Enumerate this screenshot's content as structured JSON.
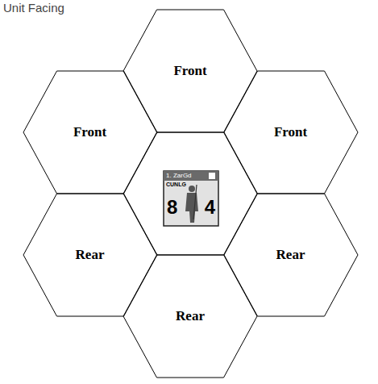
{
  "diagram": {
    "title": "Unit Facing",
    "nodes": [
      {
        "text": [
          "Front"
        ]
      },
      {
        "text": [
          "Front"
        ]
      },
      {
        "text": [
          "Front"
        ]
      },
      {
        "text": [
          "1. ZarGd",
          "CUNLG",
          "8",
          "4"
        ]
      },
      {
        "text": [
          "Rear"
        ]
      },
      {
        "text": [
          "Rear"
        ]
      },
      {
        "text": [
          "Rear"
        ]
      }
    ]
  }
}
